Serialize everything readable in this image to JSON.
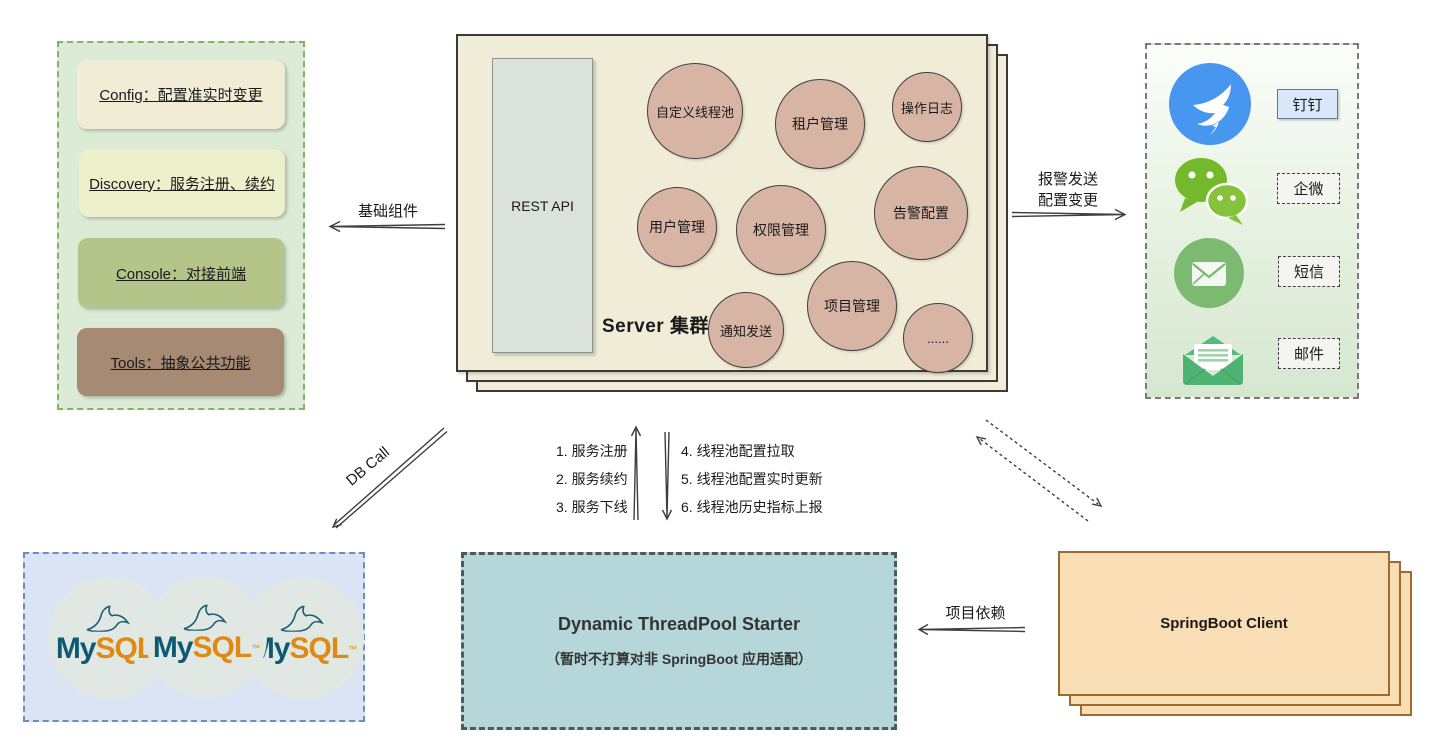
{
  "left_panel": {
    "items": [
      {
        "label": "Config：配置准实时变更",
        "color": "#f0ecd6"
      },
      {
        "label": "Discovery：服务注册、续约",
        "color": "#eef0cb"
      },
      {
        "label": "Console：对接前端",
        "color": "#b5c489"
      },
      {
        "label": "Tools：抽象公共功能",
        "color": "#a78a73"
      }
    ]
  },
  "server_cluster": {
    "label": "Server 集群",
    "rest_api_label": "REST API",
    "modules": [
      "自定义线程池",
      "租户管理",
      "操作日志",
      "用户管理",
      "权限管理",
      "告警配置",
      "项目管理",
      "通知发送",
      "......"
    ]
  },
  "notify_channels": {
    "items": [
      {
        "icon": "dingtalk-icon",
        "label": "钉钉"
      },
      {
        "icon": "wechat-work-icon",
        "label": "企微"
      },
      {
        "icon": "sms-icon",
        "label": "短信"
      },
      {
        "icon": "email-icon",
        "label": "邮件"
      }
    ]
  },
  "database": {
    "name": "MySQL",
    "logo_my": "My",
    "logo_sql": "SQL",
    "logo_tm": "™"
  },
  "starter": {
    "title": "Dynamic ThreadPool Starter",
    "subtitle": "（暂时不打算对非 SpringBoot 应用适配）"
  },
  "client": {
    "label": "SpringBoot Client"
  },
  "edges": {
    "base_components": "基础组件",
    "alert_send": "报警发送\n配置变更",
    "db_call": "DB Call",
    "register_steps": [
      "1. 服务注册",
      "2. 服务续约",
      "3. 服务下线"
    ],
    "threadpool_steps": [
      "4. 线程池配置拉取",
      "5. 线程池配置实时更新",
      "6. 线程池历史指标上报"
    ],
    "project_dependency": "项目依赖"
  },
  "colors": {
    "left_panel_bg": "#dcebd5",
    "left_panel_border": "#85b267",
    "server_fill": "#f1ecd7",
    "module_fill": "#d8b4a5",
    "rest_api_fill": "#dbe2dc",
    "right_panel_border": "#7a7a7a",
    "dingtalk_blue": "#4796ef",
    "wechat_green": "#74b82c",
    "sms_green": "#7cba72",
    "email_green": "#55bd7b",
    "mysql_panel_bg": "#dae4f4",
    "mysql_panel_border": "#6c8ebf",
    "starter_bg": "#b5d7d9",
    "client_fill": "#f8ddb5",
    "client_border": "#9e6b2c",
    "dingtalk_label_bg": "#d9e7fa",
    "edge_stroke": "#3d3d3d"
  }
}
